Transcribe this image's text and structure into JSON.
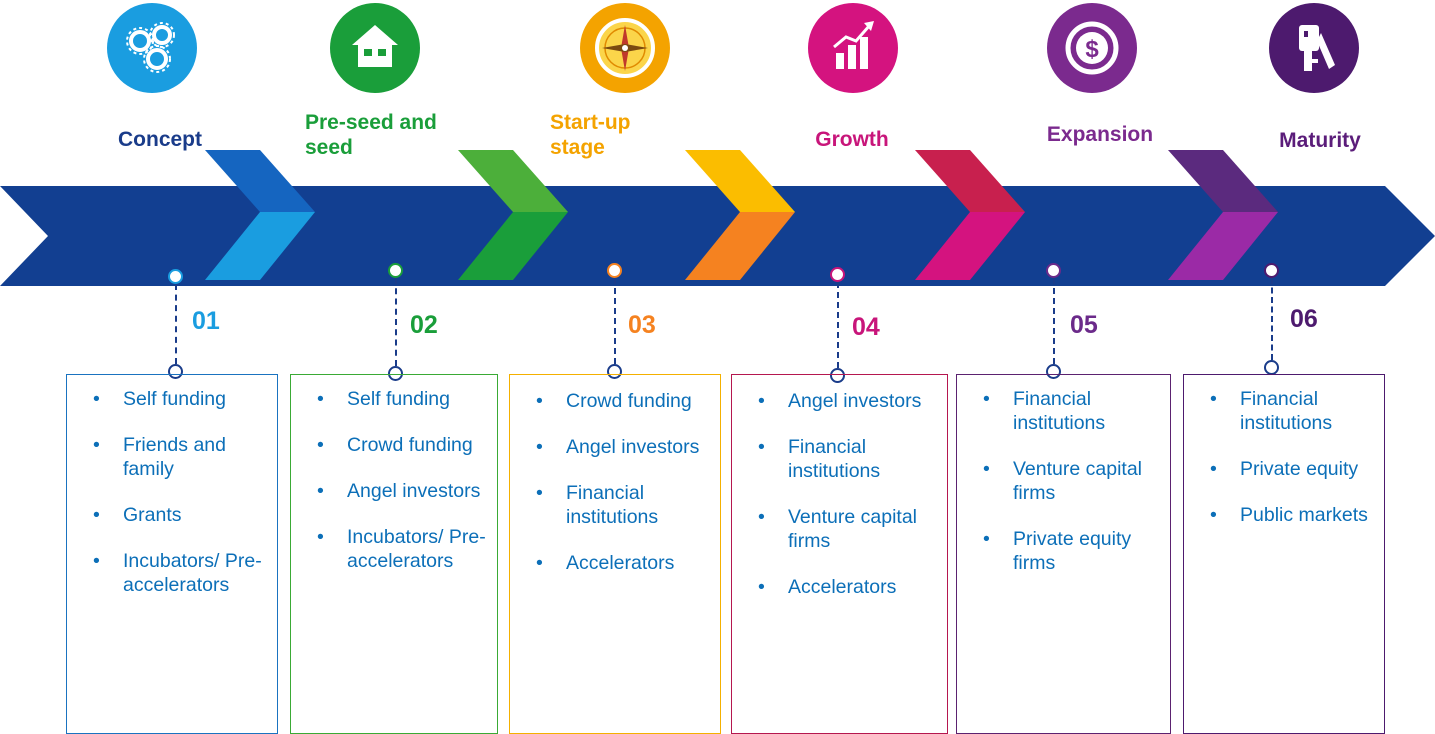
{
  "stages": [
    {
      "title": "Concept",
      "number": "01",
      "color": "#1a3c8a",
      "icon_color": "#1a9de0",
      "number_color": "#1a9de0",
      "arrow_top": "#1565c0",
      "arrow_bottom": "#1a9de0",
      "border": "#1a73c0",
      "icon": "gears-icon",
      "items": [
        "Self funding",
        "Friends and family",
        "Grants",
        "Incubators/ Pre-accelerators"
      ]
    },
    {
      "title": "Pre-seed and seed",
      "number": "02",
      "color": "#1a9e3a",
      "icon_color": "#1a9e3a",
      "number_color": "#1a9e3a",
      "arrow_top": "#4caf3a",
      "arrow_bottom": "#1a9e3a",
      "border": "#3aaa35",
      "icon": "house-icon",
      "items": [
        "Self funding",
        "Crowd funding",
        "Angel investors",
        "Incubators/ Pre-accelerators"
      ]
    },
    {
      "title": "Start-up stage",
      "number": "03",
      "color": "#f4a300",
      "icon_color": "#f4a300",
      "number_color": "#f58220",
      "arrow_top": "#fbbd00",
      "arrow_bottom": "#f58220",
      "border": "#f4b000",
      "icon": "compass-icon",
      "items": [
        "Crowd funding",
        "Angel investors",
        "Financial institutions",
        "Accelerators"
      ]
    },
    {
      "title": "Growth",
      "number": "04",
      "color": "#c8157a",
      "icon_color": "#d4137f",
      "number_color": "#c8157a",
      "arrow_top": "#c8204e",
      "arrow_bottom": "#d4137f",
      "border": "#b5174f",
      "icon": "growth-chart-icon",
      "items": [
        "Angel investors",
        "Financial institutions",
        "Venture capital firms",
        "Accelerators"
      ]
    },
    {
      "title": "Expansion",
      "number": "05",
      "color": "#7b2a8e",
      "icon_color": "#7b2a8e",
      "number_color": "#6b2a8a",
      "arrow_top": "#5b2a7e",
      "arrow_bottom": "#9b2aa6",
      "border": "#5b2270",
      "icon": "dollar-coin-icon",
      "items": [
        "Financial institutions",
        "Venture capital firms",
        "Private equity firms"
      ]
    },
    {
      "title": "Maturity",
      "number": "06",
      "color": "#5b1d7a",
      "icon_color": "#4d1a6e",
      "number_color": "#4d1a6e",
      "arrow_top": "#6a2a8a",
      "arrow_bottom": "#9b2aa6",
      "border": "#4d1a6e",
      "icon": "key-icon",
      "items": [
        "Financial institutions",
        "Private equity",
        "Public markets"
      ]
    }
  ],
  "band_color": "#123f91",
  "bullet": "•"
}
